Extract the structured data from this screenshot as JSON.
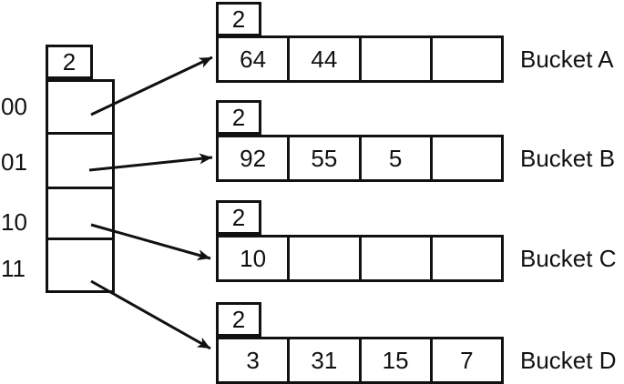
{
  "figure": {
    "background": "#ffffff",
    "line_color": "#111111",
    "directory": {
      "global_depth": "2",
      "entries": [
        {
          "label": "00",
          "target_bucket": "Bucket A"
        },
        {
          "label": "01",
          "target_bucket": "Bucket B"
        },
        {
          "label": "10",
          "target_bucket": "Bucket C"
        },
        {
          "label": "11",
          "target_bucket": "Bucket D"
        }
      ]
    },
    "buckets": [
      {
        "name": "Bucket A",
        "local_depth": "2",
        "slots": [
          "64",
          "44",
          "",
          ""
        ]
      },
      {
        "name": "Bucket B",
        "local_depth": "2",
        "slots": [
          "92",
          "55",
          "5",
          ""
        ]
      },
      {
        "name": "Bucket C",
        "local_depth": "2",
        "slots": [
          "10",
          "",
          "",
          ""
        ]
      },
      {
        "name": "Bucket D",
        "local_depth": "2",
        "slots": [
          "3",
          "31",
          "15",
          "7"
        ]
      }
    ]
  }
}
